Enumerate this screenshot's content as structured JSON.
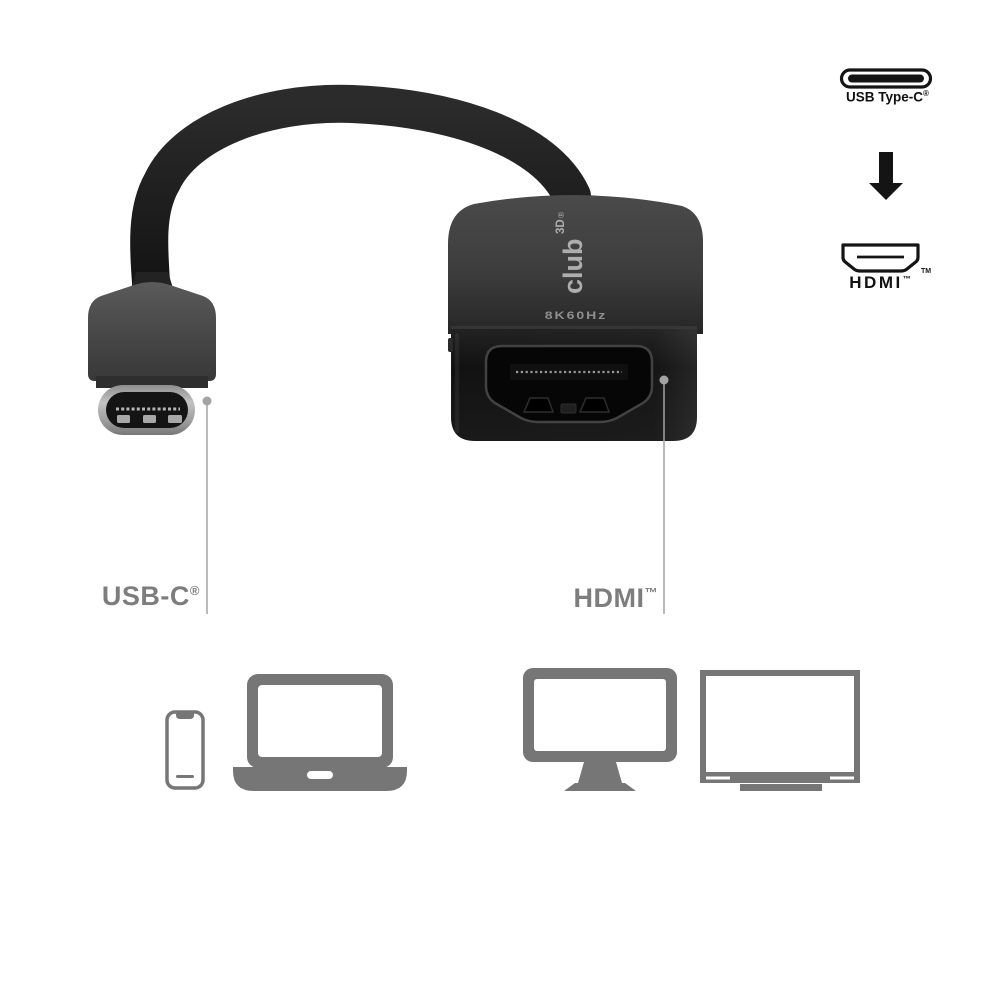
{
  "product": {
    "brand": "club",
    "brand_sup": "3D",
    "brand_mark": "®",
    "spec": "8K60Hz"
  },
  "legend": {
    "source_label": "USB Type-C",
    "source_mark": "®",
    "target_label": "HDMI",
    "target_mark": "™",
    "target_icon_mark": "TM"
  },
  "callouts": {
    "usb_c": {
      "label": "USB-C",
      "mark": "®"
    },
    "hdmi": {
      "label": "HDMI",
      "mark": "™"
    }
  },
  "compatibility": {
    "source_icons": [
      "smartphone",
      "laptop"
    ],
    "display_icons": [
      "monitor",
      "tv"
    ]
  },
  "colors": {
    "background": "#ffffff",
    "ink": "#141414",
    "label_gray": "#7d7d7d",
    "icon_gray": "#767676",
    "callout_gray": "#a3a3a3",
    "cable_black": "#1c1c1c"
  }
}
